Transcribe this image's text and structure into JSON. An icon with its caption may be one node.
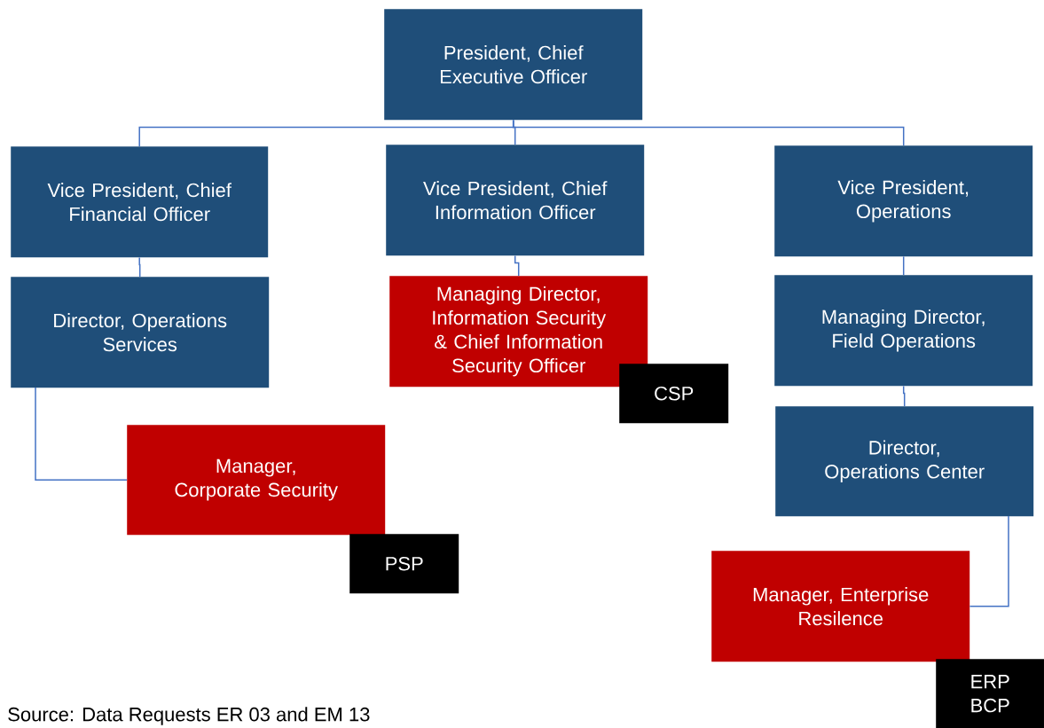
{
  "diagram": {
    "nodes": [
      {
        "text": [
          "President, Chief Executive Officer"
        ]
      },
      {
        "text": [
          "Vice President, Chief Financial Officer"
        ]
      },
      {
        "text": [
          "Vice President, Chief Information Officer"
        ]
      },
      {
        "text": [
          "Vice President, Operations"
        ]
      },
      {
        "text": [
          "Director, Operations Services"
        ]
      },
      {
        "text": [
          "Managing Director, Information Security & Chief Information Security Officer"
        ]
      },
      {
        "text": [
          "CSP"
        ]
      },
      {
        "text": [
          "Managing Director, Field Operations"
        ]
      },
      {
        "text": [
          "Manager, Corporate Security"
        ]
      },
      {
        "text": [
          "PSP"
        ]
      },
      {
        "text": [
          "Director, Operations Center"
        ]
      },
      {
        "text": [
          "Manager, Enterprise Resilence"
        ]
      },
      {
        "text": [
          "ERP BCP"
        ]
      }
    ],
    "edges": [
      {
        "from": 0,
        "to": 1,
        "arrow": "none"
      },
      {
        "from": 0,
        "to": 2,
        "arrow": "none"
      },
      {
        "from": 0,
        "to": 3,
        "arrow": "none"
      },
      {
        "from": 1,
        "to": 4,
        "arrow": "none"
      },
      {
        "from": 2,
        "to": 5,
        "arrow": "none"
      },
      {
        "from": 3,
        "to": 7,
        "arrow": "none"
      },
      {
        "from": 4,
        "to": 8,
        "arrow": "none"
      },
      {
        "from": 7,
        "to": 10,
        "arrow": "none"
      },
      {
        "from": 10,
        "to": 11,
        "arrow": "none"
      }
    ],
    "labels": [
      "Source: Data Requests ER 03 and EM 13"
    ]
  }
}
